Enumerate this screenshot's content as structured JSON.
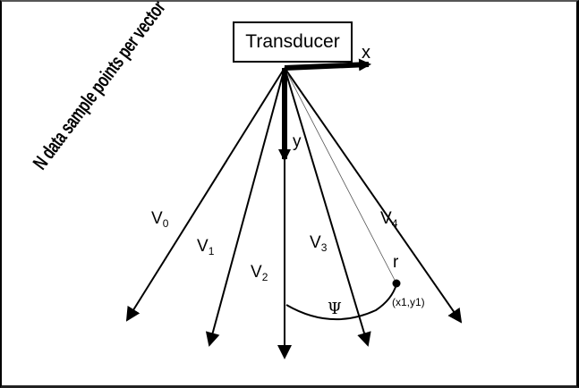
{
  "diagram": {
    "title_box": "Transducer",
    "axes": {
      "x_label": "x",
      "y_label": "y"
    },
    "side_label": "N data sample points per vector",
    "vectors": [
      {
        "name": "V",
        "sub": "0"
      },
      {
        "name": "V",
        "sub": "1"
      },
      {
        "name": "V",
        "sub": "2"
      },
      {
        "name": "V",
        "sub": "3"
      },
      {
        "name": "V",
        "sub": "4"
      }
    ],
    "radius_label": "r",
    "angle_label": "Ψ",
    "point_label": "(x1,y1)",
    "colors": {
      "line": "#000000",
      "thin_line": "#555555",
      "background": "#ffffff"
    }
  }
}
